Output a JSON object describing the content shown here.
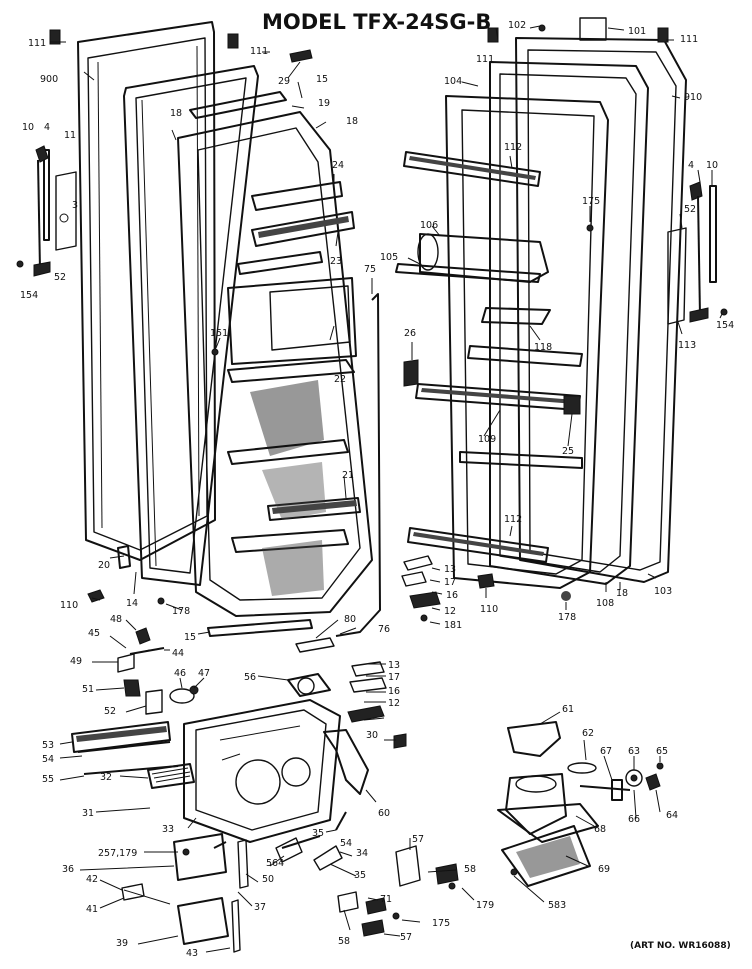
{
  "title": "MODEL TFX-24SG-B",
  "art_number": "(ART NO. WR16088)",
  "labels": {
    "l111a": "111",
    "l900": "900",
    "l10a": "10",
    "l4a": "4",
    "l11a": "11",
    "l3": "3",
    "l52a": "52",
    "l154a": "154",
    "l111b": "111",
    "l29": "29",
    "l15a": "15",
    "l18a": "18",
    "l19": "19",
    "l18b": "18",
    "l24": "24",
    "l23": "23",
    "l75": "75",
    "l151": "151",
    "l22": "22",
    "l21": "21",
    "l20": "20",
    "l14": "14",
    "l178a": "178",
    "l110a": "110",
    "l15b": "15",
    "l80": "80",
    "l76": "76",
    "l102": "102",
    "l101": "101",
    "l111c": "111",
    "l111d": "111",
    "l104": "104",
    "l910": "910",
    "l112a": "112",
    "l175": "175",
    "l4b": "4",
    "l10b": "10",
    "l52b": "52",
    "l106": "106",
    "l105": "105",
    "l118": "118",
    "l154b": "154",
    "l113": "113",
    "l26": "26",
    "l109": "109",
    "l25": "25",
    "l112b": "112",
    "l13a": "13",
    "l17a": "17",
    "l16a": "16",
    "l12a": "12",
    "l181": "181",
    "l110b": "110",
    "l178b": "178",
    "l108": "108",
    "l18c": "18",
    "l103": "103",
    "l48": "48",
    "l45": "45",
    "l44": "44",
    "l49": "49",
    "l46": "46",
    "l47": "47",
    "l51": "51",
    "l52c": "52",
    "l53": "53",
    "l54a": "54",
    "l55": "55",
    "l32": "32",
    "l31": "31",
    "l33": "33",
    "l257": "257,179",
    "l36": "36",
    "l42": "42",
    "l41": "41",
    "l39": "39",
    "l43": "43",
    "l37": "37",
    "l50": "50",
    "l564": "564",
    "l56": "56",
    "l13b": "13",
    "l17b": "17",
    "l16b": "16",
    "l12b": "12",
    "l30": "30",
    "l60": "60",
    "l35a": "35",
    "l34": "34",
    "l35b": "35",
    "l54b": "54",
    "l57a": "57",
    "l58a": "58",
    "l179": "179",
    "l71": "71",
    "l175b": "175",
    "l58b": "58",
    "l57b": "57",
    "l61": "61",
    "l62": "62",
    "l67": "67",
    "l63": "63",
    "l65": "65",
    "l68": "68",
    "l64": "64",
    "l69": "69",
    "l66": "66",
    "l583": "583"
  }
}
